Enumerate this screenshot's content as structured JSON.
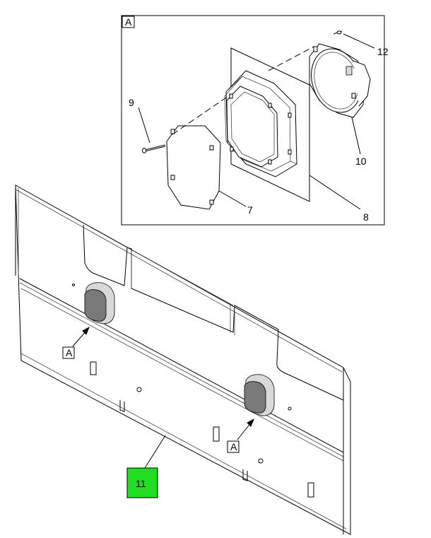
{
  "diagram": {
    "detail_tag": "A",
    "callouts": {
      "c7": "7",
      "c8": "8",
      "c9": "9",
      "c10": "10",
      "c11": "11",
      "c12": "12"
    },
    "view_refs": [
      "A",
      "A"
    ],
    "highlight_color": "#22dd22"
  }
}
